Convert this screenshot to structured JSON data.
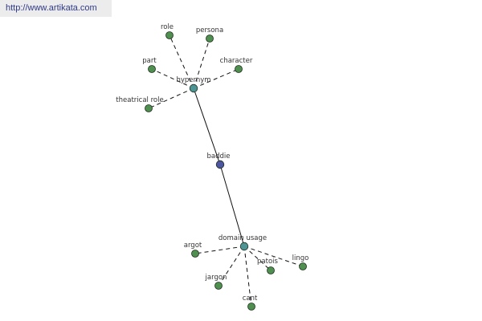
{
  "banner": {
    "url_text": "http://www.artikata.com"
  },
  "colors": {
    "leaf_fill": "#4f8f4f",
    "hub_fill": "#4f9494",
    "center_fill": "#4b55a0",
    "node_stroke": "#1d2e1d",
    "edge": "#111111"
  },
  "graph": {
    "center": {
      "id": "baddie",
      "label": "baddie"
    },
    "hubs": [
      {
        "id": "hypernym",
        "label": "hypernym"
      },
      {
        "id": "domain-usage",
        "label": "domain usage"
      }
    ],
    "leaves": [
      {
        "id": "role",
        "label": "role",
        "hub": "hypernym"
      },
      {
        "id": "persona",
        "label": "persona",
        "hub": "hypernym"
      },
      {
        "id": "part",
        "label": "part",
        "hub": "hypernym"
      },
      {
        "id": "character",
        "label": "character",
        "hub": "hypernym"
      },
      {
        "id": "theatrical-role",
        "label": "theatrical role",
        "hub": "hypernym"
      },
      {
        "id": "argot",
        "label": "argot",
        "hub": "domain-usage"
      },
      {
        "id": "patois",
        "label": "patois",
        "hub": "domain-usage"
      },
      {
        "id": "lingo",
        "label": "lingo",
        "hub": "domain-usage"
      },
      {
        "id": "jargon",
        "label": "jargon",
        "hub": "domain-usage"
      },
      {
        "id": "cant",
        "label": "cant",
        "hub": "domain-usage"
      }
    ]
  }
}
